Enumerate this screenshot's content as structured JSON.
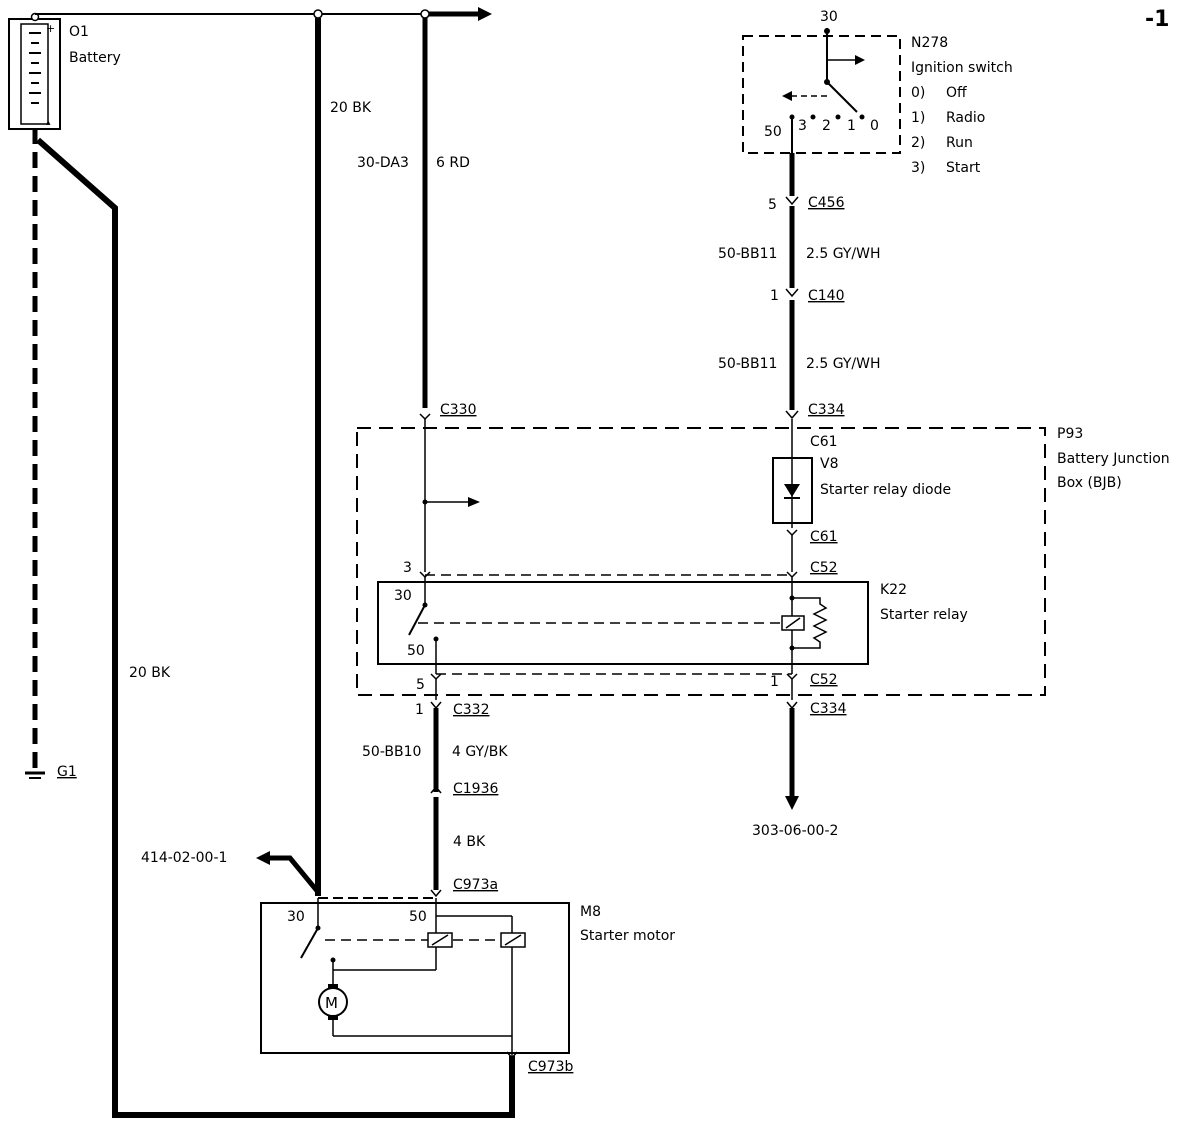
{
  "page_number": "-1",
  "components": {
    "battery": {
      "id": "O1",
      "name": "Battery",
      "plus": "+",
      "minus": "▴"
    },
    "ground": {
      "id": "G1"
    },
    "ignition_switch": {
      "pin_in": "30",
      "id": "N278",
      "name": "Ignition switch",
      "positions": [
        {
          "num": "0)",
          "label": "Off"
        },
        {
          "num": "1)",
          "label": "Radio"
        },
        {
          "num": "2)",
          "label": "Run"
        },
        {
          "num": "3)",
          "label": "Start"
        }
      ],
      "contact_labels": [
        "50",
        "3",
        "2",
        "1",
        "0"
      ]
    },
    "bjb": {
      "id": "P93",
      "name_line1": "Battery Junction",
      "name_line2": "Box (BJB)"
    },
    "diode": {
      "id": "V8",
      "name": "Starter relay diode"
    },
    "relay": {
      "id": "K22",
      "name": "Starter relay",
      "pin30": "30",
      "pin50": "50"
    },
    "starter": {
      "id": "M8",
      "name": "Starter motor",
      "pin30": "30",
      "pin50": "50",
      "motor_symbol": "M"
    }
  },
  "wires": {
    "w_20bk_top": "20 BK",
    "w_circuit_30da3": "30-DA3",
    "w_6rd": "6 RD",
    "w_50bb11_a_circuit": "50-BB11",
    "w_50bb11_a_size": "2.5 GY/WH",
    "w_50bb11_b_circuit": "50-BB11",
    "w_50bb11_b_size": "2.5 GY/WH",
    "w_20bk_ground": "20 BK",
    "w_50bb10_circuit": "50-BB10",
    "w_50bb10_size": "4 GY/BK",
    "w_4bk": "4 BK"
  },
  "connectors": {
    "c456": {
      "pin": "5",
      "name": "C456"
    },
    "c140": {
      "pin": "1",
      "name": "C140"
    },
    "c330": {
      "name": "C330"
    },
    "c334_top": {
      "name": "C334"
    },
    "c61_top": {
      "name": "C61"
    },
    "c61_bottom": {
      "name": "C61"
    },
    "c52_top": {
      "pin": "3",
      "name": "C52"
    },
    "c52_bottom": {
      "pin_left": "5",
      "pin_right": "1",
      "name": "C52"
    },
    "c332": {
      "pin": "1",
      "name": "C332"
    },
    "c334_bottom": {
      "name": "C334"
    },
    "c1936": {
      "name": "C1936"
    },
    "c973a": {
      "name": "C973a"
    },
    "c973b": {
      "name": "C973b"
    }
  },
  "references": {
    "ref_left": "414-02-00-1",
    "ref_bottom": "303-06-00-2"
  }
}
